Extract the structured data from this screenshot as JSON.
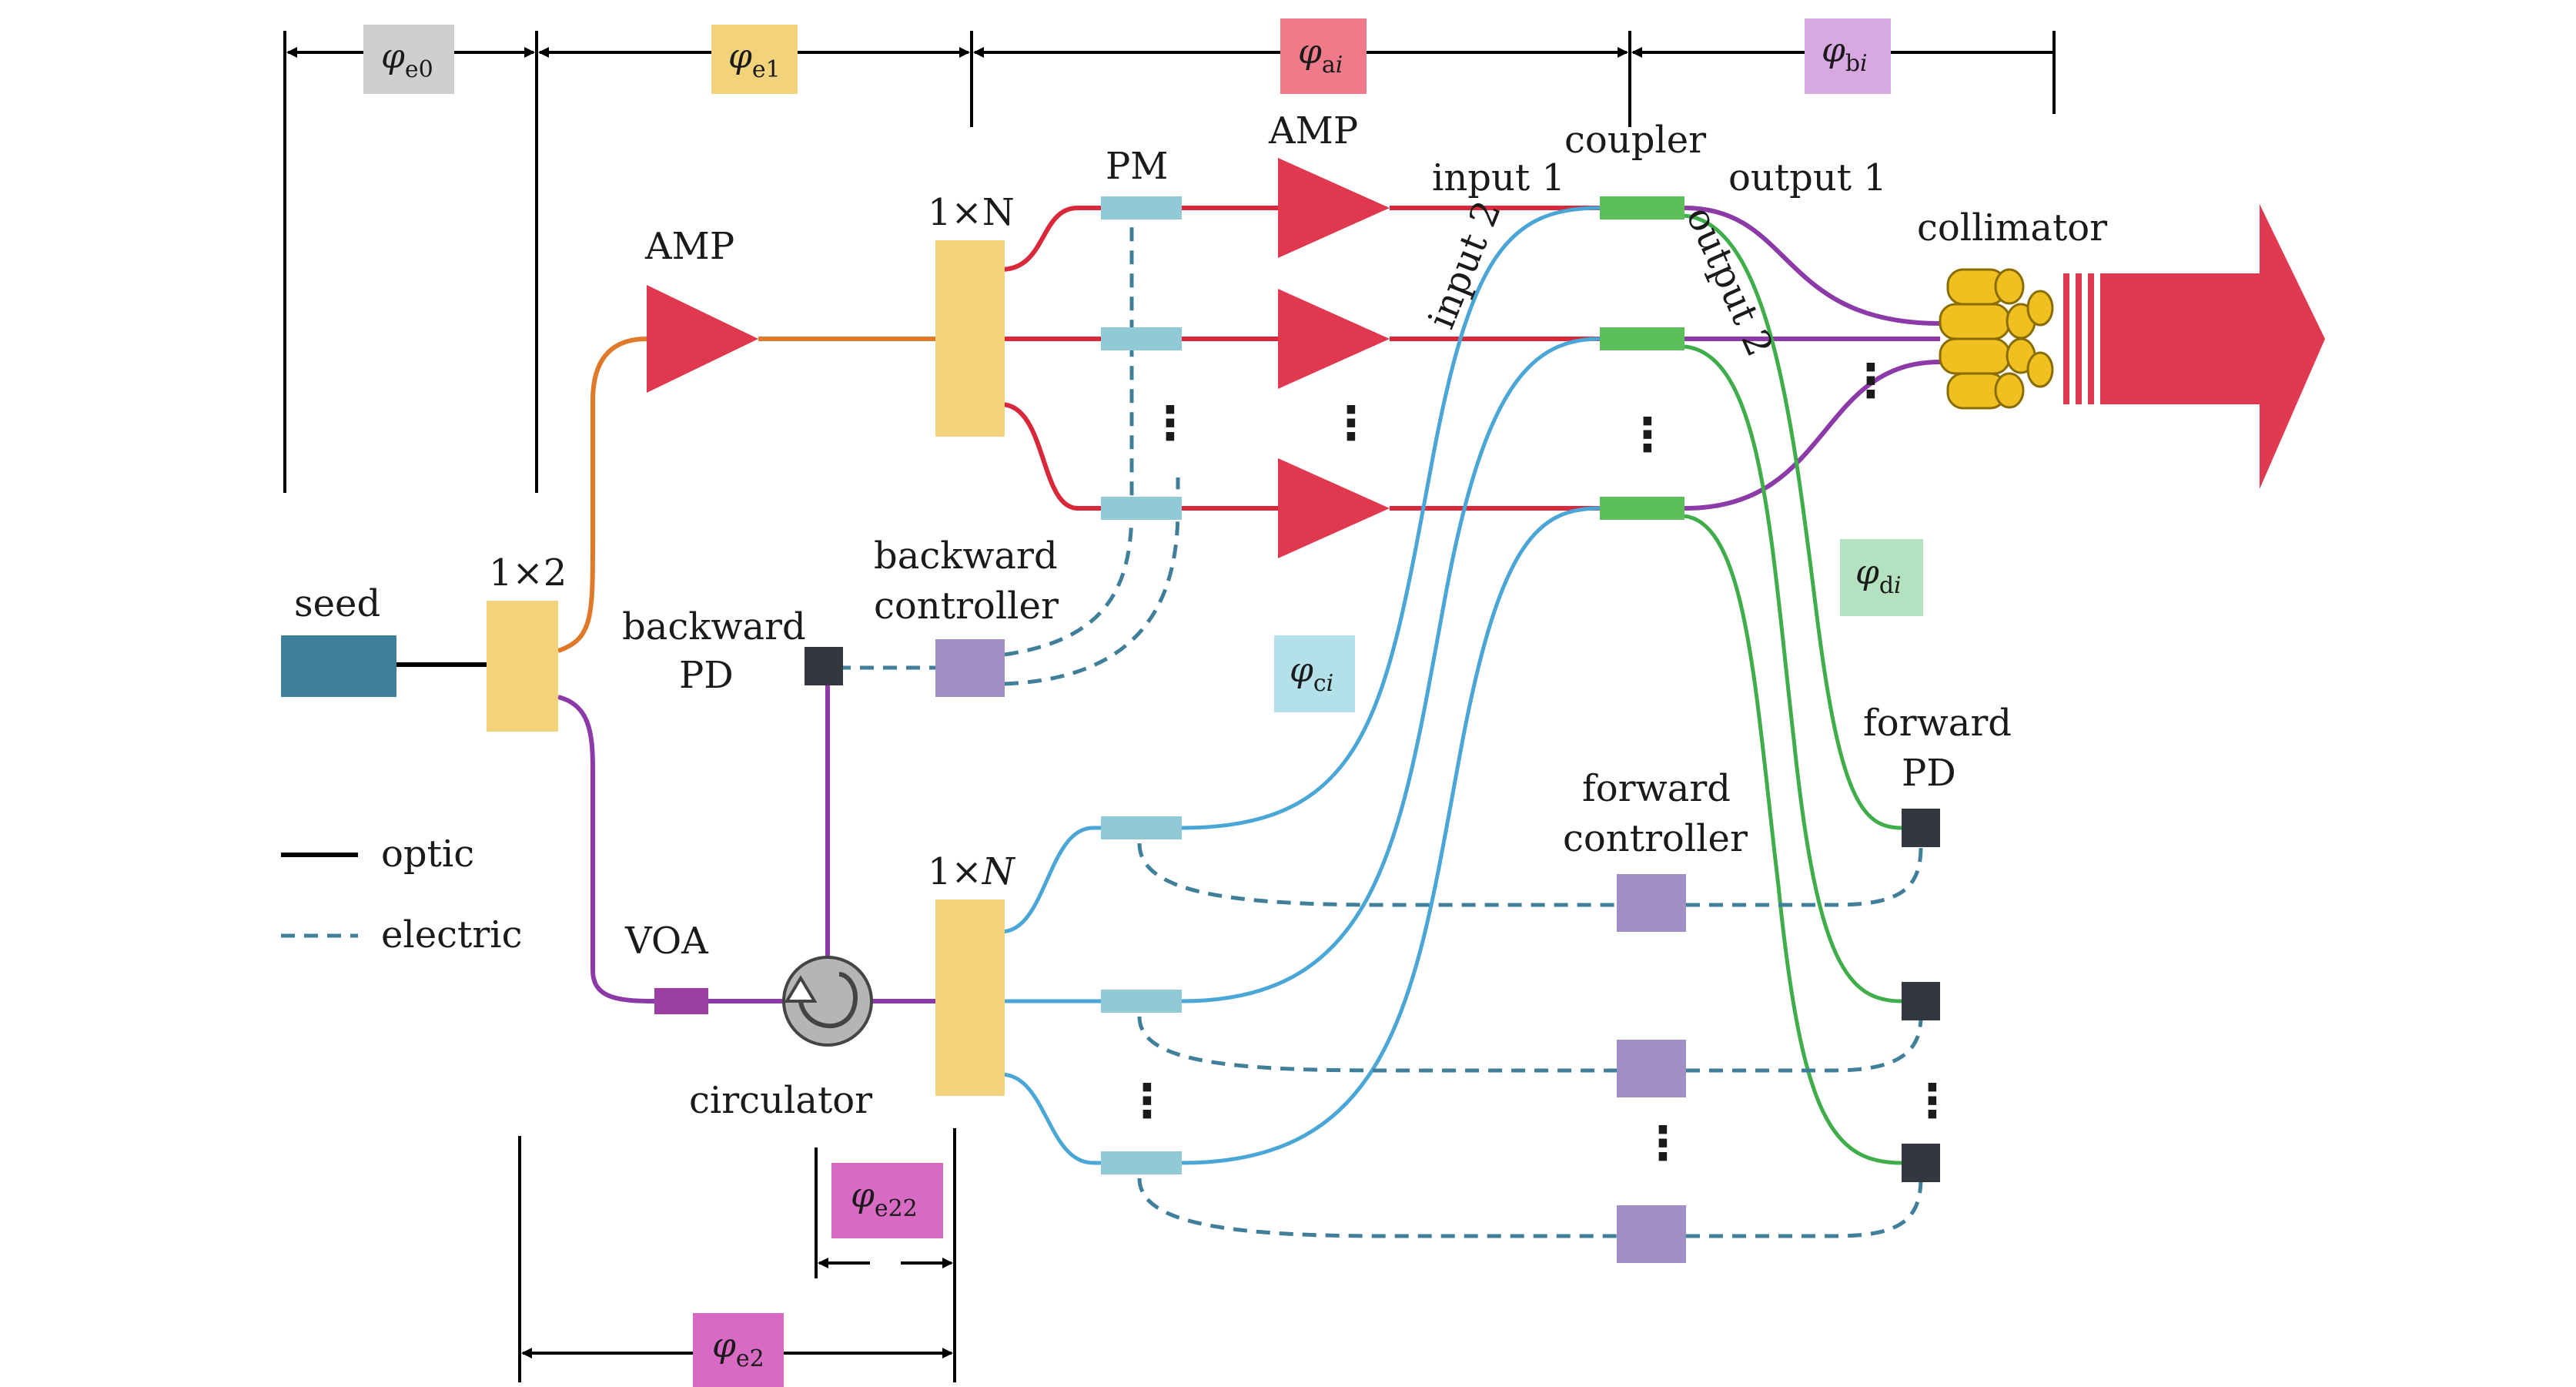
{
  "phase_labels": {
    "e0": {
      "symbol": "φ",
      "sub": "e0"
    },
    "e1": {
      "symbol": "φ",
      "sub": "e1"
    },
    "ai": {
      "symbol": "φ",
      "sub": "a",
      "sub_italic": "i"
    },
    "bi": {
      "symbol": "φ",
      "sub": "b",
      "sub_italic": "i"
    },
    "ci": {
      "symbol": "φ",
      "sub": "c",
      "sub_italic": "i"
    },
    "di": {
      "symbol": "φ",
      "sub": "d",
      "sub_italic": "i"
    },
    "e22": {
      "symbol": "φ",
      "sub": "e22"
    },
    "e2": {
      "symbol": "φ",
      "sub": "e2"
    }
  },
  "components": {
    "seed": "seed",
    "splitter_1x2": "1×2",
    "amp_first": "AMP",
    "splitter_1xN_top": "1×N",
    "pm": "PM",
    "amp_array": "AMP",
    "input1": "input 1",
    "input2": "input 2",
    "coupler": "coupler",
    "output1": "output 1",
    "output2": "output 2",
    "collimator": "collimator",
    "backward_pd_line1": "backward",
    "backward_pd_line2": "PD",
    "backward_controller_line1": "backward",
    "backward_controller_line2": "controller",
    "voa": "VOA",
    "circulator": "circulator",
    "splitter_1xN_bottom_prefix": "1×",
    "splitter_1xN_bottom_italic": "N",
    "forward_controller_line1": "forward",
    "forward_controller_line2": "controller",
    "forward_pd_line1": "forward",
    "forward_pd_line2": "PD"
  },
  "legend": {
    "optic": "optic",
    "electric": "electric"
  },
  "ellipsis": "⋮",
  "colors": {
    "seed": "#3e7f9a",
    "splitter": "#f2d27a",
    "amp": "#e0394f",
    "pm": "#8fcad6",
    "coupler": "#5cbf5a",
    "controller": "#a08ec4",
    "pd": "#333840",
    "voa": "#9b3fa5",
    "red_fiber": "#d8283a",
    "orange_fiber": "#e07a2a",
    "purple_fiber": "#8c3aa8",
    "blue_fiber": "#4aa6d6",
    "green_fiber": "#3fae4a",
    "electric_line": "#3f7f9a",
    "output_beam": "#df3a52",
    "collimator": "#f0c020",
    "phi_e0_box": "#cfcfcf",
    "phi_e1_box": "#f2d27a",
    "phi_ai_box": "#ef7a8a",
    "phi_bi_box": "#d8a8e0",
    "phi_ci_box": "#b4e0ea",
    "phi_di_box": "#b4e2c0",
    "phi_e22_box": "#d86ac4",
    "phi_e2_box": "#d86ac4"
  }
}
